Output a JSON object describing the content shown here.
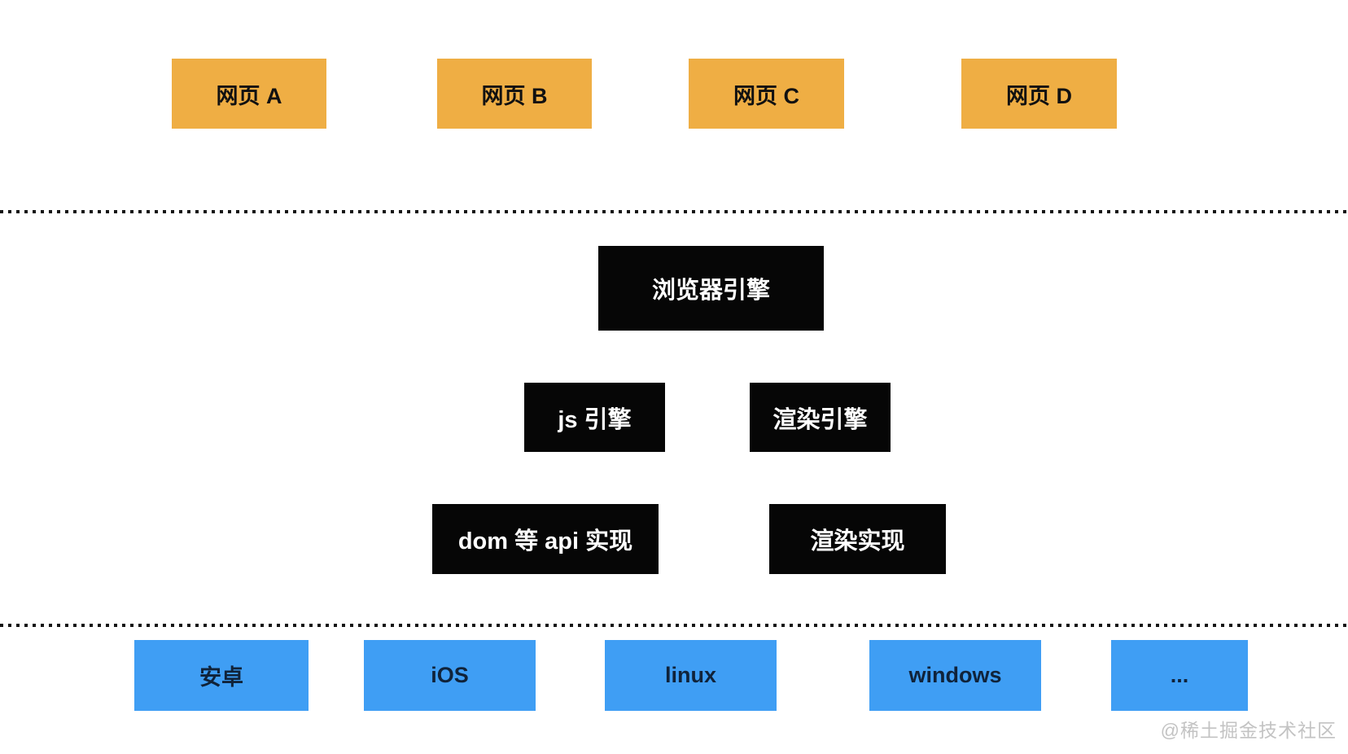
{
  "diagram": {
    "title_implicit": "browser-architecture-diagram",
    "colors": {
      "web_box": "#efae44",
      "engine_box": "#060606",
      "platform_box": "#3f9ef4",
      "dotted_line": "#151515",
      "watermark": "#c3c3c3",
      "background": "#ffffff"
    },
    "web_pages": {
      "items": [
        {
          "label": "网页 A"
        },
        {
          "label": "网页 B"
        },
        {
          "label": "网页 C"
        },
        {
          "label": "网页 D"
        }
      ]
    },
    "engine_layer": {
      "browser_engine": "浏览器引擎",
      "js_engine": "js 引擎",
      "render_engine": "渲染引擎",
      "dom_api_impl": "dom 等 api 实现",
      "render_impl": "渲染实现"
    },
    "platforms": {
      "items": [
        {
          "label": "安卓"
        },
        {
          "label": "iOS"
        },
        {
          "label": "linux"
        },
        {
          "label": "windows"
        },
        {
          "label": "..."
        }
      ]
    },
    "watermark": "@稀土掘金技术社区"
  }
}
